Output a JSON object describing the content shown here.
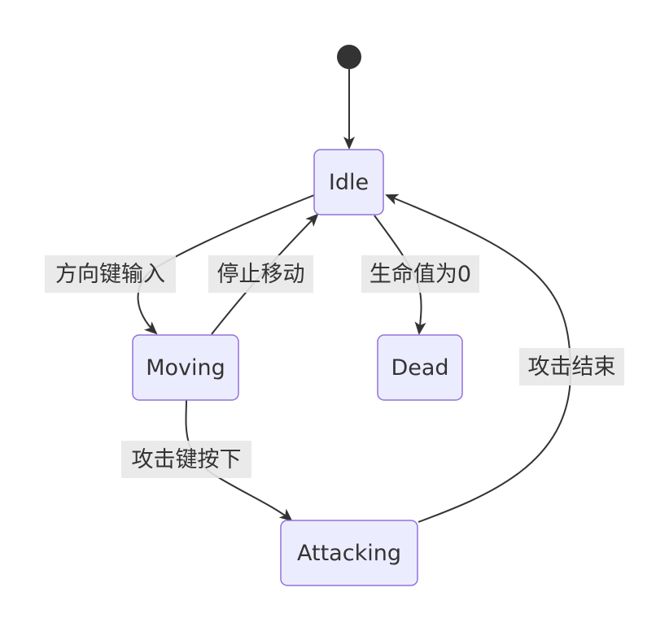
{
  "diagram": {
    "states": {
      "idle": "Idle",
      "moving": "Moving",
      "dead": "Dead",
      "attacking": "Attacking"
    },
    "transitions": {
      "idle_to_moving": "方向键输入",
      "moving_to_idle": "停止移动",
      "idle_to_dead": "生命值为0",
      "moving_to_attacking": "攻击键按下",
      "attacking_to_idle": "攻击结束"
    }
  }
}
